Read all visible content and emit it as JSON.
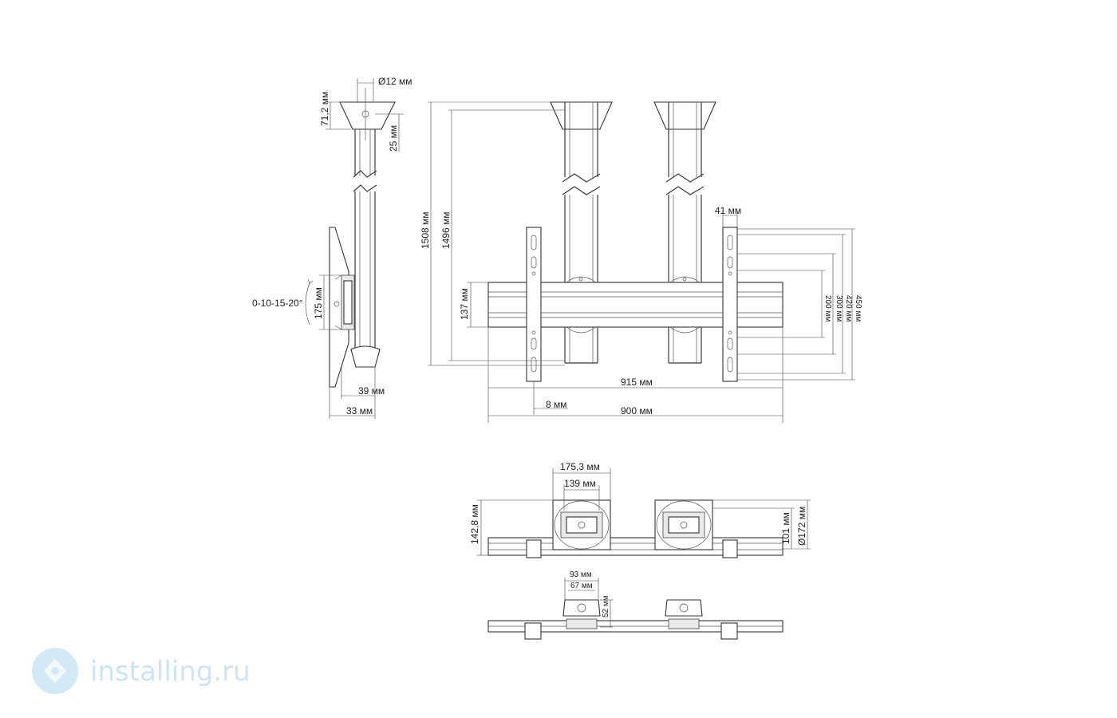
{
  "dimensions": {
    "hole_diameter": "Ø12 мм",
    "cap_height": "71,2 мм",
    "cap_offset": "25 мм",
    "total_height_outer": "1508 мм",
    "total_height_inner": "1496 мм",
    "tilt": "0-10-15-20°",
    "bracket_height": "175 мм",
    "depth_39": "39 мм",
    "depth_33": "33 мм",
    "rail_height": "137 мм",
    "arm_width": "41 мм",
    "width_915": "915 мм",
    "offset_8": "8 мм",
    "width_900": "900 мм",
    "vesa_450": "450 мм",
    "vesa_420": "420 мм",
    "vesa_300": "300 мм",
    "vesa_200": "200 мм",
    "top_width_175": "175,3 мм",
    "top_width_139": "139 мм",
    "top_depth_142": "142,8 мм",
    "top_depth_101": "101 мм",
    "top_diameter_172": "Ø172 мм",
    "clamp_93": "93 мм",
    "clamp_67": "67 мм",
    "clamp_52": "52 мм"
  },
  "watermark": {
    "text": "installing.ru",
    "icon": "installing-logo-icon",
    "color": "#cfe4f2"
  }
}
